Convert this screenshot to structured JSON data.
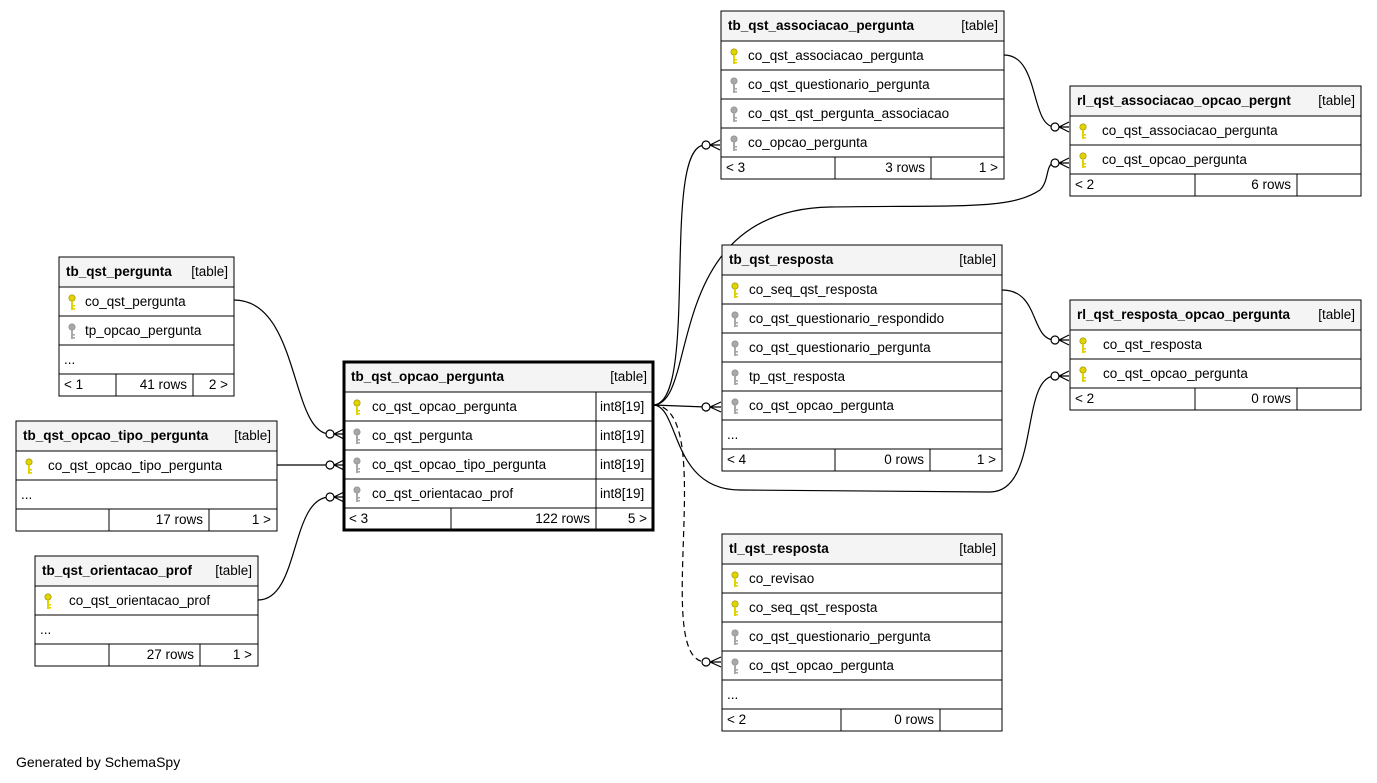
{
  "footer": "Generated by SchemaSpy",
  "colors": {
    "primary_key": "#e0d300",
    "foreign_key": "#a8a8a8",
    "header_bg": "#f4f4f4",
    "border": "#000000"
  },
  "tables": [
    {
      "id": "tb_qst_associacao_pergunta",
      "name": "tb_qst_associacao_pergunta",
      "kind": "[table]",
      "columns": [
        {
          "name": "co_qst_associacao_pergunta",
          "key": "pk"
        },
        {
          "name": "co_qst_questionario_pergunta",
          "key": "fk"
        },
        {
          "name": "co_qst_qst_pergunta_associacao",
          "key": "fk"
        },
        {
          "name": "co_opcao_pergunta",
          "key": "fk"
        }
      ],
      "footer": [
        "< 3",
        "3 rows",
        "1 >"
      ]
    },
    {
      "id": "rl_qst_associacao_opcao_pergnt",
      "name": "rl_qst_associacao_opcao_pergnt",
      "kind": "[table]",
      "columns": [
        {
          "name": "co_qst_associacao_pergunta",
          "key": "pk"
        },
        {
          "name": "co_qst_opcao_pergunta",
          "key": "pk"
        }
      ],
      "footer": [
        "< 2",
        "6 rows",
        ""
      ]
    },
    {
      "id": "tb_qst_pergunta",
      "name": "tb_qst_pergunta",
      "kind": "[table]",
      "columns": [
        {
          "name": "co_qst_pergunta",
          "key": "pk"
        },
        {
          "name": "tp_opcao_pergunta",
          "key": "fk"
        },
        {
          "name": "...",
          "key": "none"
        }
      ],
      "footer": [
        "< 1",
        "41 rows",
        "2 >"
      ]
    },
    {
      "id": "tb_qst_opcao_tipo_pergunta",
      "name": "tb_qst_opcao_tipo_pergunta",
      "kind": "[table]",
      "columns": [
        {
          "name": "co_qst_opcao_tipo_pergunta",
          "key": "pk"
        },
        {
          "name": "...",
          "key": "none"
        }
      ],
      "footer": [
        "",
        "17 rows",
        "1 >"
      ]
    },
    {
      "id": "tb_qst_orientacao_prof",
      "name": "tb_qst_orientacao_prof",
      "kind": "[table]",
      "columns": [
        {
          "name": "co_qst_orientacao_prof",
          "key": "pk"
        },
        {
          "name": "...",
          "key": "none"
        }
      ],
      "footer": [
        "",
        "27 rows",
        "1 >"
      ]
    },
    {
      "id": "tb_qst_opcao_pergunta",
      "name": "tb_qst_opcao_pergunta",
      "kind": "[table]",
      "columns": [
        {
          "name": "co_qst_opcao_pergunta",
          "key": "pk",
          "type": "int8[19]"
        },
        {
          "name": "co_qst_pergunta",
          "key": "fk",
          "type": "int8[19]"
        },
        {
          "name": "co_qst_opcao_tipo_pergunta",
          "key": "fk",
          "type": "int8[19]"
        },
        {
          "name": "co_qst_orientacao_prof",
          "key": "fk",
          "type": "int8[19]"
        }
      ],
      "footer": [
        "< 3",
        "122 rows",
        "5 >"
      ]
    },
    {
      "id": "tb_qst_resposta",
      "name": "tb_qst_resposta",
      "kind": "[table]",
      "columns": [
        {
          "name": "co_seq_qst_resposta",
          "key": "pk"
        },
        {
          "name": "co_qst_questionario_respondido",
          "key": "fk"
        },
        {
          "name": "co_qst_questionario_pergunta",
          "key": "fk"
        },
        {
          "name": "tp_qst_resposta",
          "key": "fk"
        },
        {
          "name": "co_qst_opcao_pergunta",
          "key": "fk"
        },
        {
          "name": "...",
          "key": "none"
        }
      ],
      "footer": [
        "< 4",
        "0 rows",
        "1 >"
      ]
    },
    {
      "id": "rl_qst_resposta_opcao_pergunta",
      "name": "rl_qst_resposta_opcao_pergunta",
      "kind": "[table]",
      "columns": [
        {
          "name": "co_qst_resposta",
          "key": "pk"
        },
        {
          "name": "co_qst_opcao_pergunta",
          "key": "pk"
        }
      ],
      "footer": [
        "< 2",
        "0 rows",
        ""
      ]
    },
    {
      "id": "tl_qst_resposta",
      "name": "tl_qst_resposta",
      "kind": "[table]",
      "columns": [
        {
          "name": "co_revisao",
          "key": "pk"
        },
        {
          "name": "co_seq_qst_resposta",
          "key": "pk"
        },
        {
          "name": "co_qst_questionario_pergunta",
          "key": "fk"
        },
        {
          "name": "co_qst_opcao_pergunta",
          "key": "fk"
        },
        {
          "name": "...",
          "key": "none"
        }
      ],
      "footer": [
        "< 2",
        "0 rows",
        ""
      ]
    }
  ]
}
